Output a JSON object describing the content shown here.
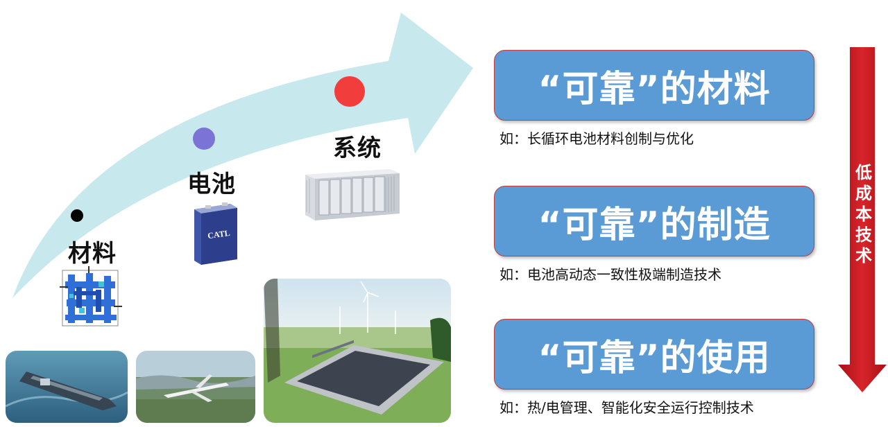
{
  "stages": [
    {
      "label": "材料",
      "dot_color": "#000000"
    },
    {
      "label": "电池",
      "dot_color": "#7b74d6"
    },
    {
      "label": "系统",
      "dot_color": "#f23d3d"
    }
  ],
  "battery_logo": "CATL",
  "cards": [
    {
      "title": "“可靠”的材料",
      "example": "如：长循环电池材料创制与优化"
    },
    {
      "title": "“可靠”的制造",
      "example": "如：电池高动态一致性极端制造技术"
    },
    {
      "title": "“可靠”的使用",
      "example": "如：热/电管理、智能化安全运行控制技术"
    }
  ],
  "side_arrow_text": "低成本技术",
  "colors": {
    "card_fill": "#5b9bd5",
    "card_border": "#c0393f",
    "big_arrow": "#c7e8ec",
    "side_arrow": "#c8171e"
  }
}
